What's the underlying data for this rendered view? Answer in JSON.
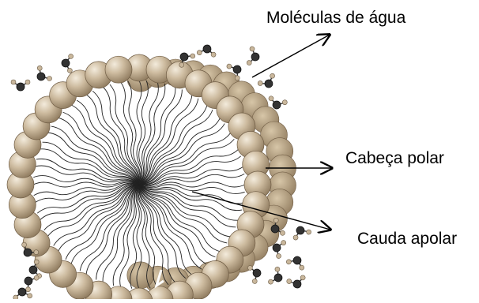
{
  "labels": {
    "water_molecules": "Moléculas de água",
    "polar_head": "Cabeça polar",
    "apolar_tail": "Cauda apolar"
  },
  "colors": {
    "head_fill": "#c9b79c",
    "head_shadow": "#9a8468",
    "head_highlight": "#efe6d6",
    "tail_stroke": "#222222",
    "water_oxygen": "#333333",
    "water_hydrogen": "#c9b79c"
  }
}
